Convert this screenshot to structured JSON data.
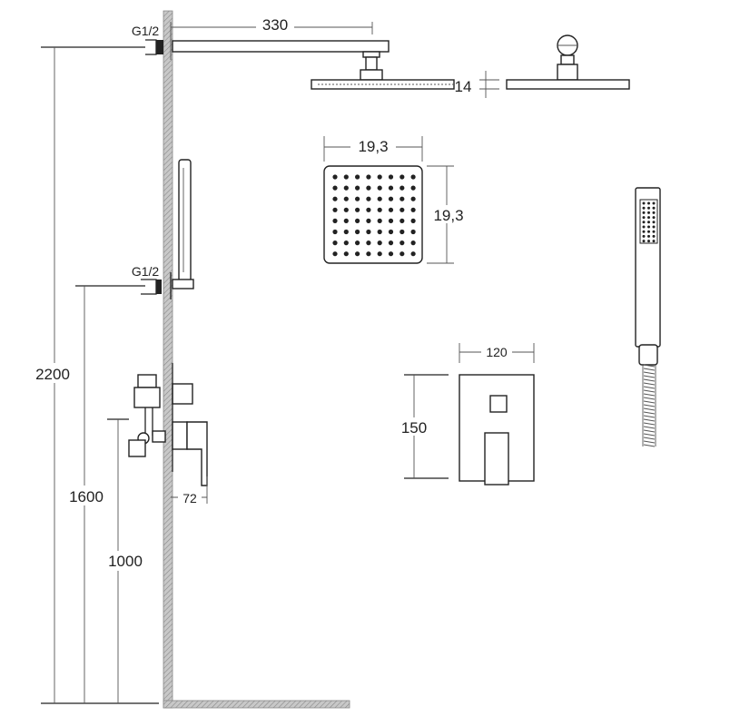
{
  "drawing": {
    "arm_length": "330",
    "thread_top": "G1/2",
    "thread_hand": "G1/2",
    "head_thickness": "14",
    "head_width": "19,3",
    "head_depth": "19,3",
    "mixer_width": "120",
    "mixer_height": "150",
    "height_head": "2200",
    "height_hand": "1600",
    "height_mixer": "1000",
    "mixer_depth": "72"
  },
  "colors": {
    "line": "#222222",
    "wall": "#9a9a9a"
  }
}
